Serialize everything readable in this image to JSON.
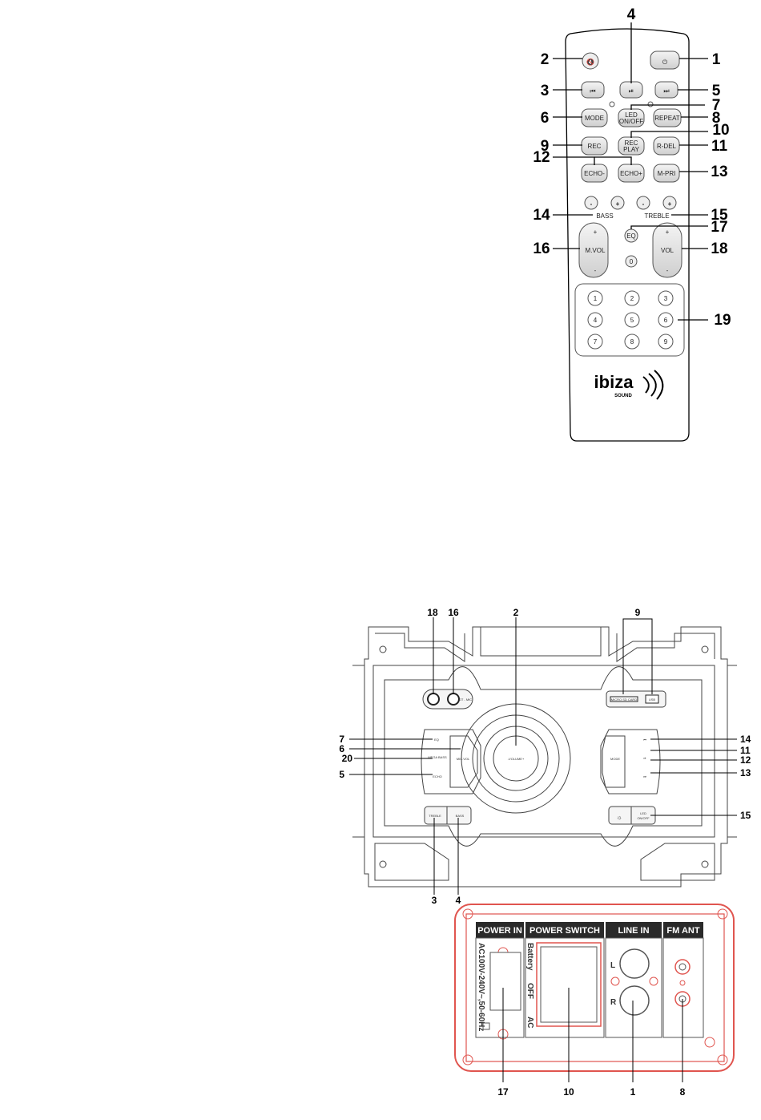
{
  "remote": {
    "buttons": {
      "power": "⏻",
      "mute": "🔇",
      "prev": "⏮",
      "playpause": "⏯",
      "next": "⏭",
      "mode": "MODE",
      "led_line1": "LED",
      "led_line2": "ON/OFF",
      "repeat": "REPEAT",
      "rec": "REC",
      "recplay_line1": "REC",
      "recplay_line2": "PLAY",
      "rdel": "R-DEL",
      "echo_minus": "ECHO-",
      "echo_plus": "ECHO+",
      "mpri": "M-PRI",
      "minus": "-",
      "plus": "+",
      "eq": "EQ",
      "zero": "0",
      "mvol": "M.VOL",
      "vol": "VOL",
      "numbers": [
        "1",
        "2",
        "3",
        "4",
        "5",
        "6",
        "7",
        "8",
        "9"
      ]
    },
    "bass_label": "BASS",
    "treble_label": "TREBLE",
    "logo_text": "ibiza",
    "logo_sub": "SOUND",
    "callouts": [
      "1",
      "2",
      "3",
      "4",
      "5",
      "6",
      "7",
      "8",
      "9",
      "10",
      "11",
      "12",
      "13",
      "14",
      "15",
      "16",
      "17",
      "18",
      "19"
    ]
  },
  "front_panel": {
    "labels": {
      "guitar_mic": "GT - MIC",
      "sd": "MICRO SD CARD",
      "usb": "USB",
      "volume": "-VOLUME+",
      "eq": "EQ",
      "mega_bass": "MEGA BASS",
      "echo": "ECHO",
      "mic_vol": "MIC.VOL",
      "mode": "MODE",
      "prev": "⏮",
      "playpause": "⏯",
      "next": "⏭",
      "treble": "TREBLE",
      "bass": "BASS",
      "light": "☼",
      "led_line1": "LED",
      "led_line2": "ON/OFF"
    },
    "callouts": {
      "c18": "18",
      "c16": "16",
      "c2": "2",
      "c9": "9",
      "c7": "7",
      "c6": "6",
      "c20": "20",
      "c5": "5",
      "c14": "14",
      "c11": "11",
      "c12": "12",
      "c13": "13",
      "c15": "15",
      "c3": "3",
      "c4": "4"
    }
  },
  "rear_panel": {
    "headers": [
      "POWER IN",
      "POWER SWITCH",
      "LINE IN",
      "FM ANT"
    ],
    "power_spec": "AC100V-240V~,50-60Hz",
    "switch_battery": "Battery",
    "switch_off": "OFF",
    "switch_ac": "AC",
    "line_l": "L",
    "line_r": "R",
    "callouts": [
      "17",
      "10",
      "1",
      "8"
    ]
  },
  "colors": {
    "panel_border": "#e0554f",
    "header_bg": "#2a2a2a",
    "button_fill": "#e8e8e8"
  }
}
